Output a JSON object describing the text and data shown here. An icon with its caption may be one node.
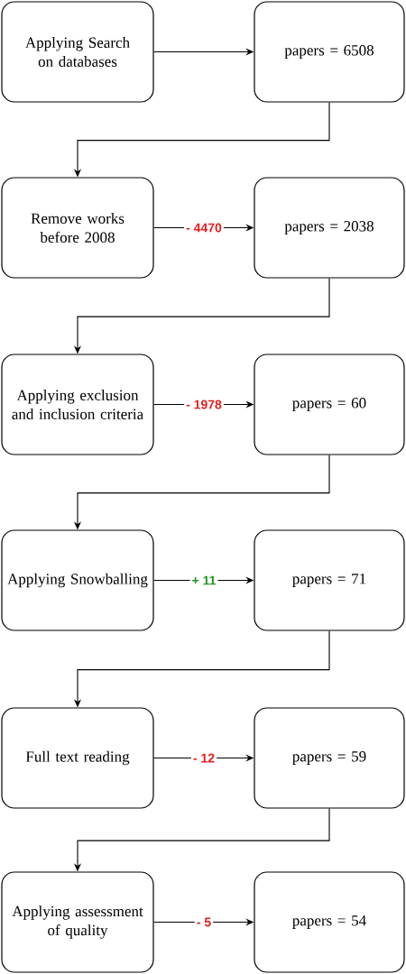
{
  "diagram": {
    "nodes": [
      {
        "text": [
          "Applying Search on databases"
        ]
      },
      {
        "text": [
          "papers = 6508"
        ]
      },
      {
        "text": [
          "Remove works before 2008"
        ]
      },
      {
        "text": [
          "papers = 2038"
        ]
      },
      {
        "text": [
          "Applying exclusion and inclusion criteria"
        ]
      },
      {
        "text": [
          "papers = 60"
        ]
      },
      {
        "text": [
          "Applying Snowballing"
        ]
      },
      {
        "text": [
          "papers = 71"
        ]
      },
      {
        "text": [
          "Full text reading"
        ]
      },
      {
        "text": [
          "papers = 59"
        ]
      },
      {
        "text": [
          "Applying assessment of quality"
        ]
      },
      {
        "text": [
          "papers = 54"
        ]
      }
    ],
    "edges": [
      {
        "from": 0,
        "to": 1,
        "arrow": "to"
      },
      {
        "from": 1,
        "to": 2,
        "arrow": "to"
      },
      {
        "from": 2,
        "to": 3,
        "arrow": "to",
        "label": "- 4470"
      },
      {
        "from": 3,
        "to": 4,
        "arrow": "to"
      },
      {
        "from": 4,
        "to": 5,
        "arrow": "to",
        "label": "- 1978"
      },
      {
        "from": 5,
        "to": 6,
        "arrow": "to"
      },
      {
        "from": 6,
        "to": 7,
        "arrow": "to",
        "label": "+ 11"
      },
      {
        "from": 7,
        "to": 8,
        "arrow": "to"
      },
      {
        "from": 8,
        "to": 9,
        "arrow": "to",
        "label": "- 12"
      },
      {
        "from": 9,
        "to": 10,
        "arrow": "to"
      },
      {
        "from": 10,
        "to": 11,
        "arrow": "to",
        "label": "- 5"
      }
    ]
  }
}
